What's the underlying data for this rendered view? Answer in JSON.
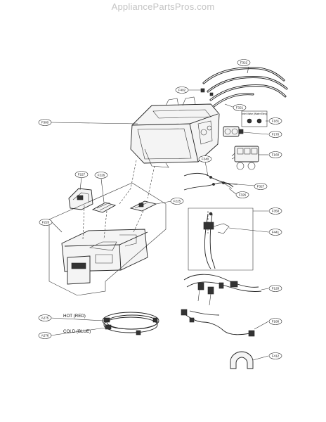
{
  "watermark": "AppliancePartsPros.com",
  "callouts": {
    "F322": "F322",
    "F321": "F321",
    "F402": "F402",
    "F300": "F300",
    "F181": "F181",
    "F170": "F170",
    "F160": "F160",
    "F340": "F340",
    "F327": "F327",
    "F326": "F326",
    "F227": "F227",
    "F226": "F226",
    "F225": "F225",
    "F220": "F220",
    "F350": "F350",
    "F441": "F441",
    "F120": "F120",
    "F180": "F180",
    "F412": "F412",
    "A275": "A275",
    "A276": "A276"
  },
  "valve_note": "Inlet Valve (Water Elec)",
  "hose_labels": {
    "hot": "HOT (RED)",
    "cold": "COLD (BLUE)"
  }
}
